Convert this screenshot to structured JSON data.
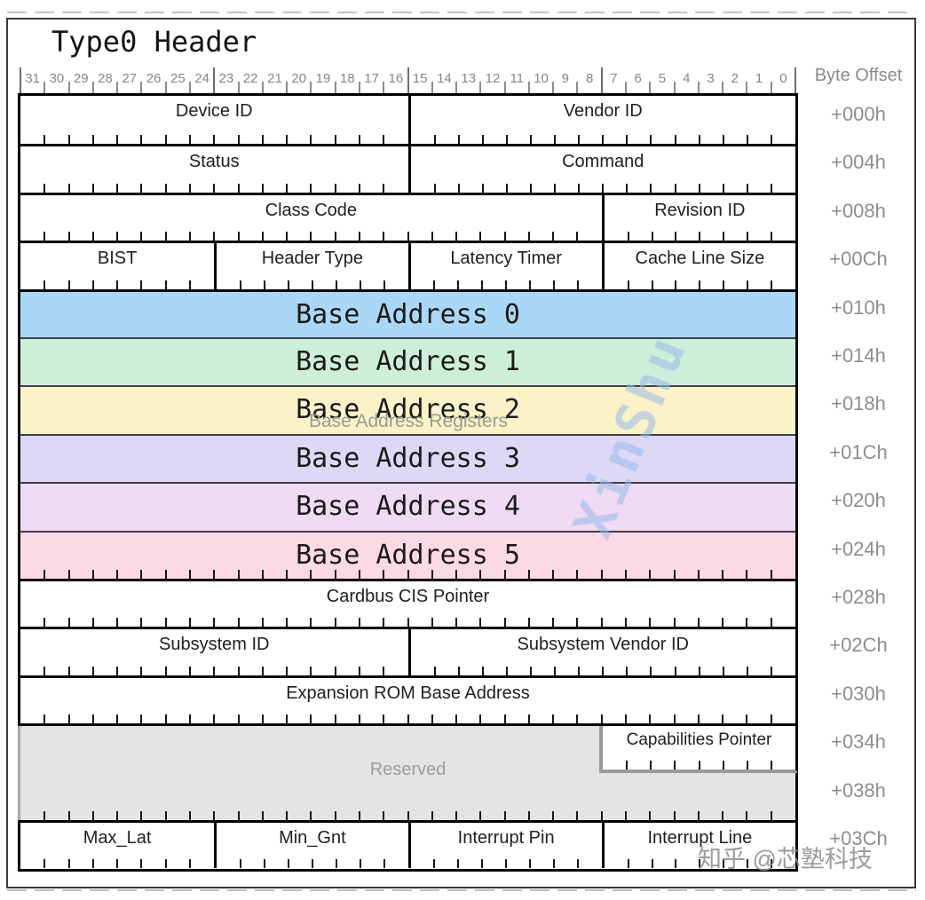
{
  "header": {
    "title": "Type0 Header",
    "byte_offset_label": "Byte Offset"
  },
  "ruler": {
    "bit_labels": [
      "31",
      "30",
      "29",
      "28",
      "27",
      "26",
      "25",
      "24",
      "23",
      "22",
      "21",
      "20",
      "19",
      "18",
      "17",
      "16",
      "15",
      "14",
      "13",
      "12",
      "11",
      "10",
      "9",
      "8",
      "7",
      "6",
      "5",
      "4",
      "3",
      "2",
      "1",
      "0"
    ]
  },
  "table": {
    "offsets": [
      "+000h",
      "+004h",
      "+008h",
      "+00Ch",
      "+010h",
      "+014h",
      "+018h",
      "+01Ch",
      "+020h",
      "+024h",
      "+028h",
      "+02Ch",
      "+030h",
      "+034h",
      "+038h",
      "+03Ch"
    ],
    "blocks": [
      {
        "offset": "+000h",
        "fields": [
          {
            "label": "Device ID",
            "bits": 16
          },
          {
            "label": "Vendor ID",
            "bits": 16
          }
        ]
      },
      {
        "offset": "+004h",
        "fields": [
          {
            "label": "Status",
            "bits": 16
          },
          {
            "label": "Command",
            "bits": 16
          }
        ]
      },
      {
        "offset": "+008h",
        "fields": [
          {
            "label": "Class Code",
            "bits": 24
          },
          {
            "label": "Revision ID",
            "bits": 8
          }
        ]
      },
      {
        "offset": "+00Ch",
        "fields": [
          {
            "label": "BIST",
            "bits": 8
          },
          {
            "label": "Header Type",
            "bits": 8
          },
          {
            "label": "Latency Timer",
            "bits": 8
          },
          {
            "label": "Cache Line Size",
            "bits": 8
          }
        ]
      },
      {
        "offset": "+010h",
        "bar": true,
        "bg": "#a9d8f7",
        "ticks": false,
        "fields": [
          {
            "label": "Base Address 0",
            "bits": 32
          }
        ]
      },
      {
        "offset": "+014h",
        "bar": true,
        "bg": "#cdeed8",
        "ticks": false,
        "fields": [
          {
            "label": "Base Address 1",
            "bits": 32
          }
        ]
      },
      {
        "offset": "+018h",
        "bar": true,
        "bg": "#fbf2c8",
        "ticks": false,
        "fields": [
          {
            "label": "Base Address 2",
            "bits": 32
          }
        ]
      },
      {
        "offset": "+01Ch",
        "bar": true,
        "bg": "#dcd8f6",
        "ticks": false,
        "fields": [
          {
            "label": "Base Address 3",
            "bits": 32
          }
        ]
      },
      {
        "offset": "+020h",
        "bar": true,
        "bg": "#eedaf3",
        "ticks": false,
        "fields": [
          {
            "label": "Base Address 4",
            "bits": 32
          }
        ]
      },
      {
        "offset": "+024h",
        "bar": true,
        "bg": "#fcd9e6",
        "ticks": true,
        "fields": [
          {
            "label": "Base Address 5",
            "bits": 32
          }
        ]
      },
      {
        "offset": "+028h",
        "fields": [
          {
            "label": "Cardbus CIS Pointer",
            "bits": 32
          }
        ]
      },
      {
        "offset": "+02Ch",
        "fields": [
          {
            "label": "Subsystem ID",
            "bits": 16
          },
          {
            "label": "Subsystem Vendor ID",
            "bits": 16
          }
        ]
      },
      {
        "offset": "+030h",
        "fields": [
          {
            "label": "Expansion ROM Base Address",
            "bits": 32
          }
        ]
      },
      {
        "type": "reserved",
        "units": 2,
        "offsets": [
          "+034h",
          "+038h"
        ],
        "label": "Reserved",
        "cap_field": {
          "label": "Capabilities Pointer",
          "bits": 8
        }
      },
      {
        "offset": "+03Ch",
        "fields": [
          {
            "label": "Max_Lat",
            "bits": 8
          },
          {
            "label": "Min_Gnt",
            "bits": 8
          },
          {
            "label": "Interrupt Pin",
            "bits": 8
          },
          {
            "label": "Interrupt Line",
            "bits": 8
          }
        ]
      }
    ]
  },
  "colors": {
    "bar_blue": "#a9d8f7",
    "bar_green": "#cdeed8",
    "bar_yellow": "#fbf2c8",
    "bar_lavender": "#dcd8f6",
    "bar_plum": "#eedaf3",
    "bar_pink": "#fcd9e6",
    "reserved_bg": "#e4e4e4",
    "border_black": "#000000",
    "frame_gray": "#3a3a3a",
    "label_gray": "#8d8d8d",
    "watermark_blue": "rgba(151,186,233,0.55)"
  },
  "watermarks": {
    "center_label": "Base Address Registers",
    "diagonal": "XinShu",
    "brand": "知乎 @芯塾科技"
  }
}
